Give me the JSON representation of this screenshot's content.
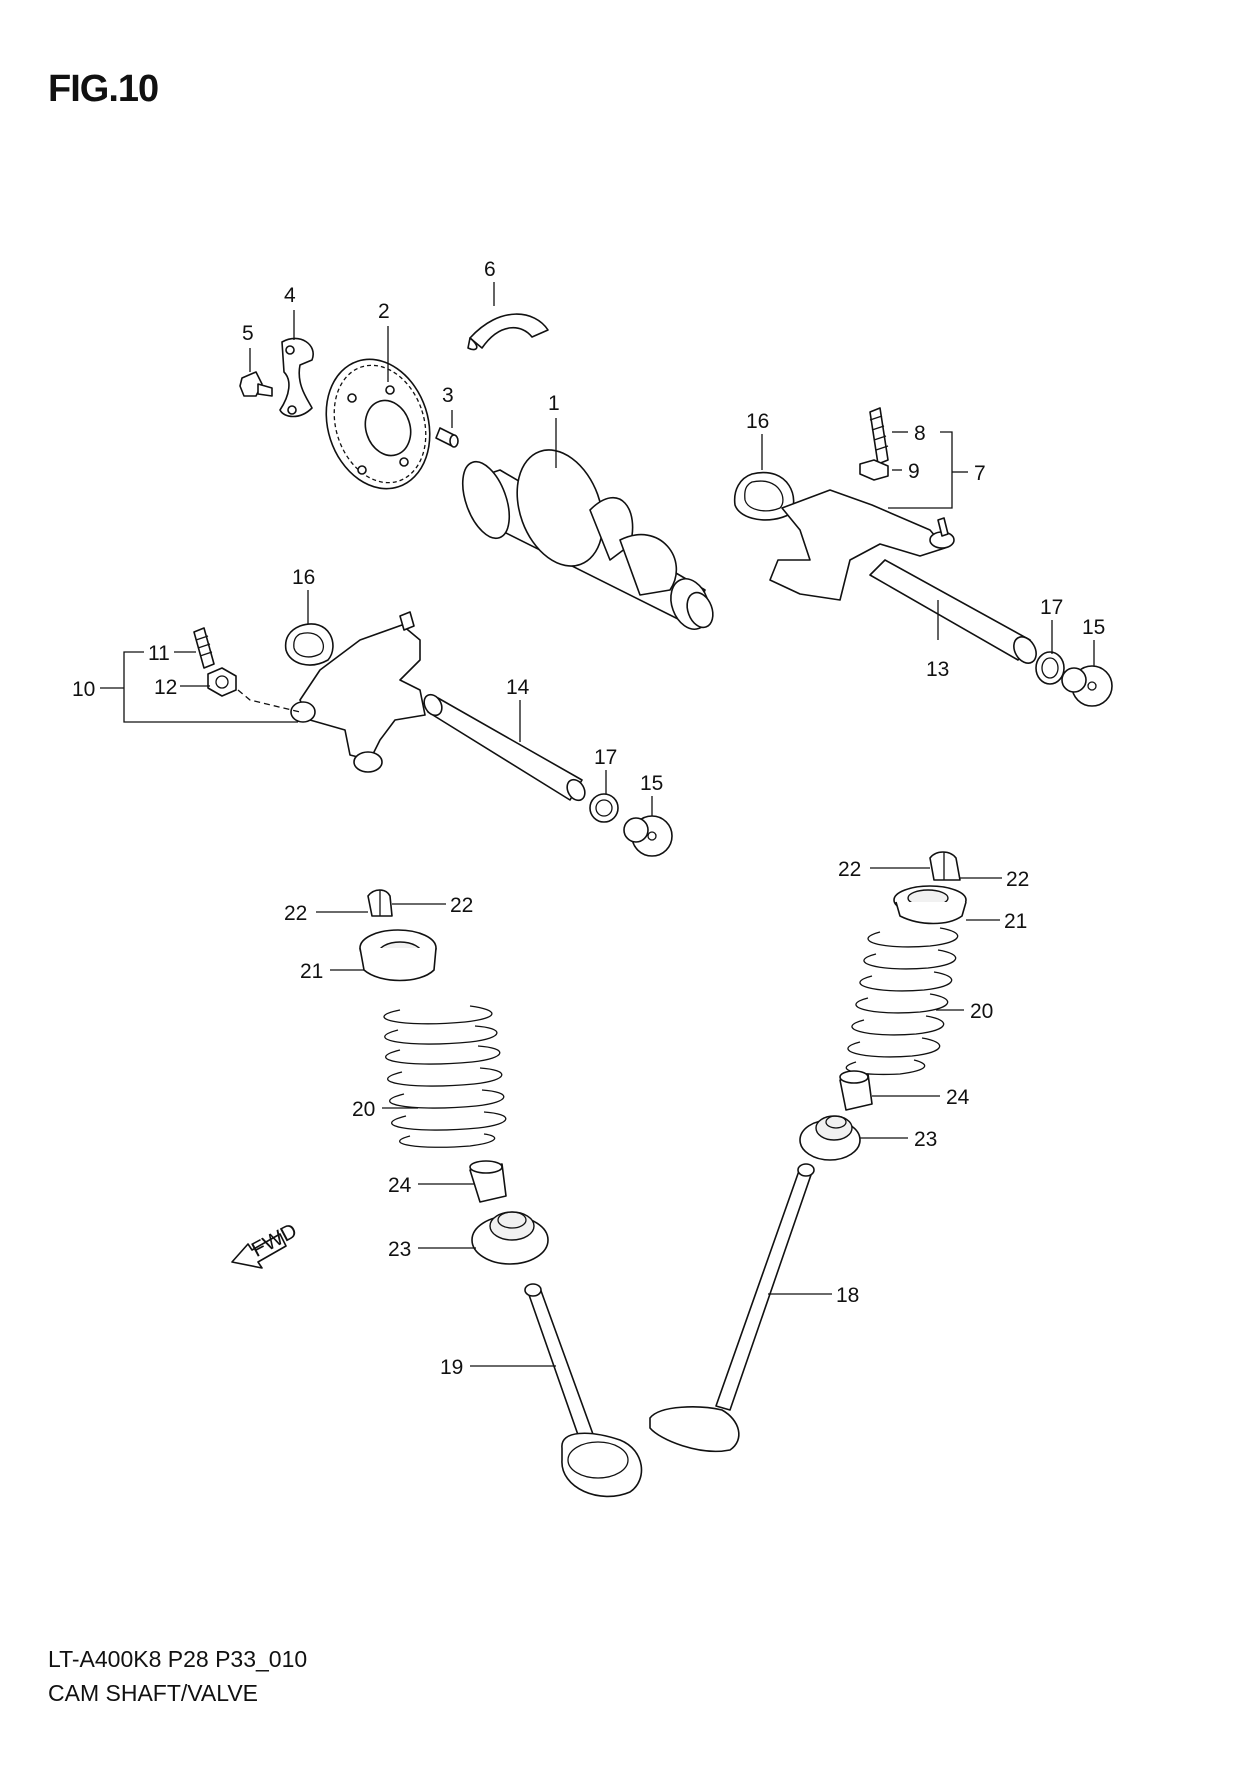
{
  "figure": {
    "title": "FIG.10",
    "code": "LT-A400K8 P28 P33_010",
    "name": "CAM SHAFT/VALVE"
  },
  "fwd_label": "FWD",
  "callouts": {
    "c1": "1",
    "c2": "2",
    "c3": "3",
    "c4": "4",
    "c5": "5",
    "c6": "6",
    "c7": "7",
    "c8": "8",
    "c9": "9",
    "c10": "10",
    "c11": "11",
    "c12": "12",
    "c13": "13",
    "c14": "14",
    "c15a": "15",
    "c15b": "15",
    "c16a": "16",
    "c16b": "16",
    "c17a": "17",
    "c17b": "17",
    "c18": "18",
    "c19": "19",
    "c20a": "20",
    "c20b": "20",
    "c21a": "21",
    "c21b": "21",
    "c22a": "22",
    "c22b": "22",
    "c22c": "22",
    "c22d": "22",
    "c23a": "23",
    "c23b": "23",
    "c24a": "24",
    "c24b": "24"
  }
}
